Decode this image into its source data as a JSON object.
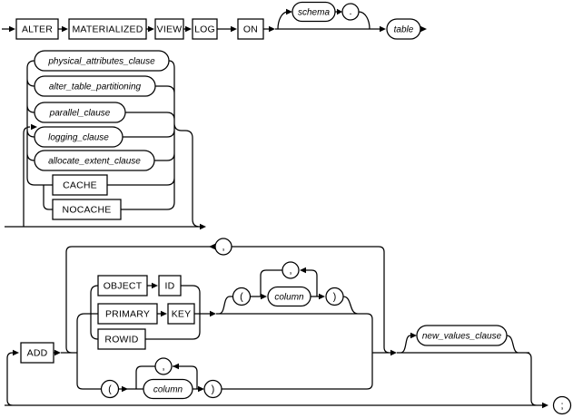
{
  "tokens": {
    "keywords": {
      "alter": "ALTER",
      "materialized": "MATERIALIZED",
      "view": "VIEW",
      "log": "LOG",
      "on": "ON",
      "cache": "CACHE",
      "nocache": "NOCACHE",
      "add": "ADD",
      "object": "OBJECT",
      "id": "ID",
      "primary": "PRIMARY",
      "key": "KEY",
      "rowid": "ROWID"
    },
    "variables": {
      "schema": "schema",
      "table": "table",
      "physical_attributes_clause": "physical_attributes_clause",
      "alter_table_partitioning": "alter_table_partitioning",
      "parallel_clause": "parallel_clause",
      "logging_clause": "logging_clause",
      "allocate_extent_clause": "allocate_extent_clause",
      "column": "column",
      "new_values_clause": "new_values_clause"
    },
    "punctuation": {
      "comma": ",",
      "period": ".",
      "lparen": "(",
      "rparen": ")",
      "semicolon": ";"
    }
  },
  "colors": {
    "line": "#000000",
    "background": "#ffffff"
  }
}
